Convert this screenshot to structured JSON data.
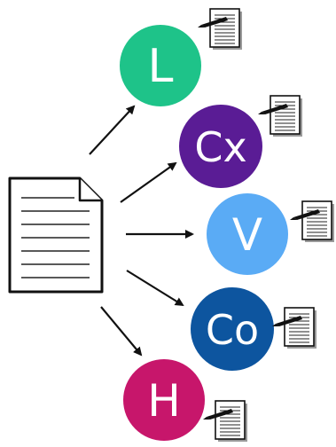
{
  "nodes": [
    {
      "id": "l",
      "label": "L",
      "color": "#1ec389"
    },
    {
      "id": "cx",
      "label": "Cx",
      "color": "#5a1c95"
    },
    {
      "id": "v",
      "label": "V",
      "color": "#5aabf5"
    },
    {
      "id": "co",
      "label": "Co",
      "color": "#0d559f"
    },
    {
      "id": "h",
      "label": "H",
      "color": "#c7166b"
    }
  ],
  "icons": {
    "source": "document-icon",
    "attached": "signed-document-icon"
  }
}
